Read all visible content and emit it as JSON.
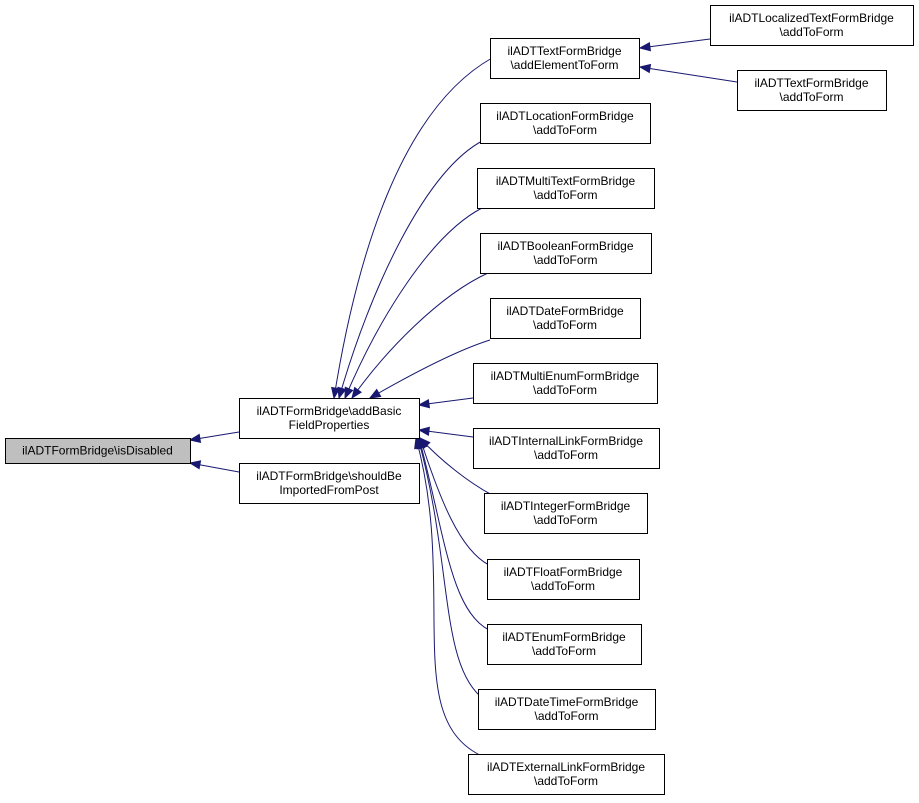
{
  "graph": {
    "colors": {
      "edge": "#191970",
      "root_fill": "#bfbfbf",
      "node_fill": "#ffffff",
      "node_border": "#000000"
    },
    "nodes": [
      {
        "id": "isDisabled",
        "lines": [
          "ilADTFormBridge\\isDisabled"
        ],
        "root": true
      },
      {
        "id": "addBasic",
        "lines": [
          "ilADTFormBridge\\addBasic",
          "FieldProperties"
        ]
      },
      {
        "id": "shouldBe",
        "lines": [
          "ilADTFormBridge\\shouldBe",
          "ImportedFromPost"
        ]
      },
      {
        "id": "textAddElement",
        "lines": [
          "ilADTTextFormBridge",
          "\\addElementToForm"
        ]
      },
      {
        "id": "localizedText",
        "lines": [
          "ilADTLocalizedTextFormBridge",
          "\\addToForm"
        ]
      },
      {
        "id": "textAdd",
        "lines": [
          "ilADTTextFormBridge",
          "\\addToForm"
        ]
      },
      {
        "id": "location",
        "lines": [
          "ilADTLocationFormBridge",
          "\\addToForm"
        ]
      },
      {
        "id": "multiText",
        "lines": [
          "ilADTMultiTextFormBridge",
          "\\addToForm"
        ]
      },
      {
        "id": "boolean",
        "lines": [
          "ilADTBooleanFormBridge",
          "\\addToForm"
        ]
      },
      {
        "id": "date",
        "lines": [
          "ilADTDateFormBridge",
          "\\addToForm"
        ]
      },
      {
        "id": "multiEnum",
        "lines": [
          "ilADTMultiEnumFormBridge",
          "\\addToForm"
        ]
      },
      {
        "id": "internalLink",
        "lines": [
          "ilADTInternalLinkFormBridge",
          "\\addToForm"
        ]
      },
      {
        "id": "integer",
        "lines": [
          "ilADTIntegerFormBridge",
          "\\addToForm"
        ]
      },
      {
        "id": "float",
        "lines": [
          "ilADTFloatFormBridge",
          "\\addToForm"
        ]
      },
      {
        "id": "enum",
        "lines": [
          "ilADTEnumFormBridge",
          "\\addToForm"
        ]
      },
      {
        "id": "dateTime",
        "lines": [
          "ilADTDateTimeFormBridge",
          "\\addToForm"
        ]
      },
      {
        "id": "externalLink",
        "lines": [
          "ilADTExternalLinkFormBridge",
          "\\addToForm"
        ]
      }
    ],
    "edges": [
      {
        "from": "addBasic",
        "to": "isDisabled"
      },
      {
        "from": "shouldBe",
        "to": "isDisabled"
      },
      {
        "from": "textAddElement",
        "to": "addBasic"
      },
      {
        "from": "location",
        "to": "addBasic"
      },
      {
        "from": "multiText",
        "to": "addBasic"
      },
      {
        "from": "boolean",
        "to": "addBasic"
      },
      {
        "from": "date",
        "to": "addBasic"
      },
      {
        "from": "multiEnum",
        "to": "addBasic"
      },
      {
        "from": "internalLink",
        "to": "addBasic"
      },
      {
        "from": "integer",
        "to": "addBasic"
      },
      {
        "from": "float",
        "to": "addBasic"
      },
      {
        "from": "enum",
        "to": "addBasic"
      },
      {
        "from": "dateTime",
        "to": "addBasic"
      },
      {
        "from": "externalLink",
        "to": "addBasic"
      },
      {
        "from": "localizedText",
        "to": "textAddElement"
      },
      {
        "from": "textAdd",
        "to": "textAddElement"
      }
    ]
  }
}
